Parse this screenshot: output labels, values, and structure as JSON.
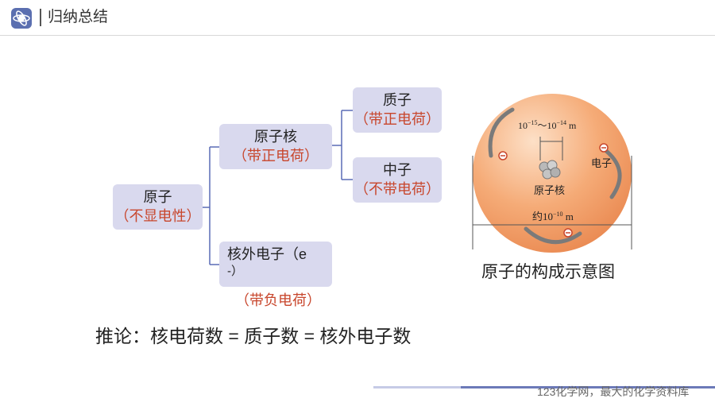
{
  "header": {
    "title": "归纳总结",
    "logo_icon": "atom-logo-icon"
  },
  "diagram": {
    "atom": {
      "title": "原子",
      "charge": "（不显电性）"
    },
    "nucleus": {
      "title": "原子核",
      "charge": "（带正电荷）"
    },
    "proton": {
      "title": "质子",
      "charge": "（带正电荷）"
    },
    "neutron": {
      "title": "中子",
      "charge": "（不带电荷）"
    },
    "electron": {
      "title": "核外电子（e",
      "title2": "-）",
      "charge": "（带负电荷）"
    }
  },
  "figure": {
    "caption": "原子的构成示意图",
    "nucleus_size_prefix": "10",
    "nucleus_size_exp1": "−15",
    "nucleus_size_mid": "～10",
    "nucleus_size_exp2": "−14",
    "nucleus_size_unit": " m",
    "nucleus_label": "原子核",
    "electron_label": "电子",
    "atom_size_prefix": "约10",
    "atom_size_exp": "−10",
    "atom_size_unit": " m"
  },
  "inference": "推论：核电荷数 = 质子数 = 核外电子数",
  "footer": {
    "watermark": "123化学网，最大的化学资料库"
  },
  "colors": {
    "box_fill": "#d9d9ee",
    "charge_text": "#c8462c",
    "connector": "#5a6bb5",
    "sphere": "#f3a46e"
  }
}
